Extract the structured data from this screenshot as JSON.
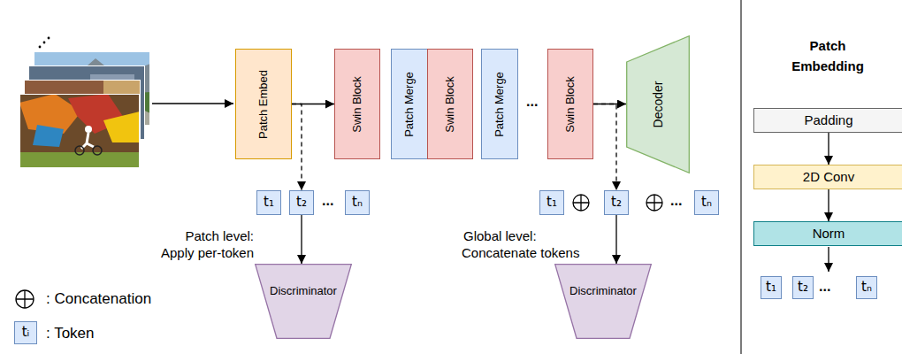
{
  "diagram": {
    "nodes": [
      {
        "text": [
          "Patch Embed"
        ]
      },
      {
        "text": [
          "Swin Block"
        ]
      },
      {
        "text": [
          "Patch Merge"
        ]
      },
      {
        "text": [
          "Swin Block"
        ]
      },
      {
        "text": [
          "Patch Merge"
        ]
      },
      {
        "text": [
          "Swin Block"
        ]
      },
      {
        "text": [
          "Decoder"
        ]
      },
      {
        "text": [
          "t₁"
        ]
      },
      {
        "text": [
          "t₂"
        ]
      },
      {
        "text": [
          "tₙ"
        ]
      },
      {
        "text": [
          "Discriminator"
        ]
      },
      {
        "text": [
          "t₁"
        ]
      },
      {
        "text": [
          "t₂"
        ]
      },
      {
        "text": [
          "tₙ"
        ]
      },
      {
        "text": [
          "Discriminator"
        ]
      },
      {
        "text": [
          "tᵢ"
        ]
      },
      {
        "text": [
          "Padding"
        ]
      },
      {
        "text": [
          "2D Conv"
        ]
      },
      {
        "text": [
          "Norm"
        ]
      },
      {
        "text": [
          "t₁"
        ]
      },
      {
        "text": [
          "t₂"
        ]
      },
      {
        "text": [
          "tₙ"
        ]
      }
    ],
    "edges": [
      {
        "from": 0,
        "to": 1,
        "arrow": "to"
      },
      {
        "from": 5,
        "to": 6,
        "arrow": "to"
      },
      {
        "from": 0,
        "to": 8,
        "arrow": "to"
      },
      {
        "from": 8,
        "to": 10,
        "arrow": "to"
      },
      {
        "from": 5,
        "to": 12,
        "arrow": "to"
      },
      {
        "from": 12,
        "to": 14,
        "arrow": "to"
      },
      {
        "from": 16,
        "to": 17,
        "arrow": "to"
      },
      {
        "from": 17,
        "to": 18,
        "arrow": "to"
      }
    ],
    "labels": [
      "...",
      "...",
      "Patch level:",
      "Apply per-token",
      "...",
      "Global level:",
      "Concatenate tokens",
      "Patch Embedding",
      "..."
    ],
    "legend": [
      {
        "text": ": Concatenation"
      },
      {
        "text": ": Token"
      }
    ]
  }
}
